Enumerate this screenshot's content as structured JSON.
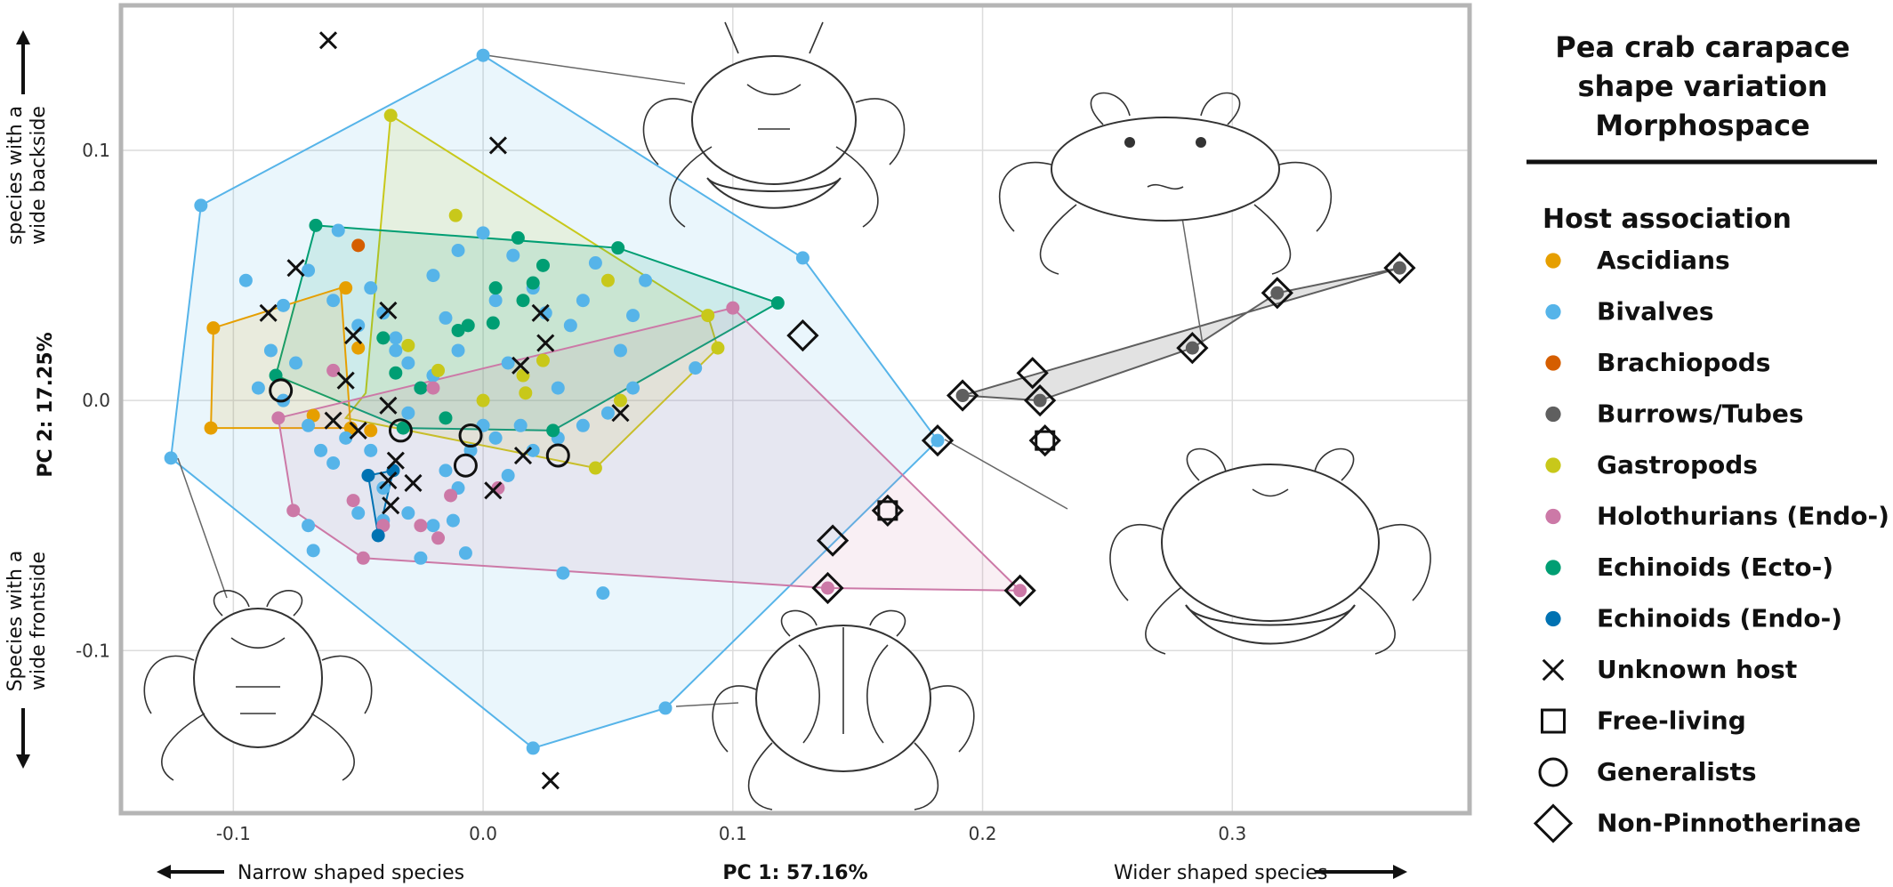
{
  "chart_data": {
    "type": "scatter",
    "title": "Pea crab carapace shape variation Morphospace",
    "title_lines": [
      "Pea crab carapace",
      "shape variation",
      "Morphospace"
    ],
    "xlabel": "PC 1: 57.16%",
    "ylabel": "PC 2: 17.25%",
    "x_annotations": {
      "left": "Narrow shaped species",
      "right": "Wider shaped species"
    },
    "y_annotations": {
      "top": "species with a wide backside",
      "top_lines": [
        "species with a",
        "wide backside"
      ],
      "bottom": "Species with a wide frontside",
      "bottom_lines": [
        "Species with a",
        "wide frontside"
      ]
    },
    "xlim": [
      -0.145,
      0.395
    ],
    "ylim": [
      -0.165,
      0.158
    ],
    "xticks": [
      -0.1,
      0.0,
      0.1,
      0.2,
      0.3
    ],
    "xtick_labels": [
      "-0.1",
      "0.0",
      "0.1",
      "0.2",
      "0.3"
    ],
    "yticks": [
      -0.1,
      0.0,
      0.1
    ],
    "ytick_labels": [
      "-0.1",
      "0.0",
      "0.1"
    ],
    "grid": true,
    "legend_title": "Host association",
    "legend_placement": "right",
    "legend": [
      {
        "label": "Ascidians",
        "marker": "dot",
        "color": "#E69F00"
      },
      {
        "label": "Bivalves",
        "marker": "dot",
        "color": "#56B4E9"
      },
      {
        "label": "Brachiopods",
        "marker": "dot",
        "color": "#D55E00"
      },
      {
        "label": "Burrows/Tubes",
        "marker": "dot",
        "color": "#5F5F5F"
      },
      {
        "label": "Gastropods",
        "marker": "dot",
        "color": "#C8C81A"
      },
      {
        "label": "Holothurians (Endo-)",
        "marker": "dot",
        "color": "#CC79A7"
      },
      {
        "label": "Echinoids (Ecto-)",
        "marker": "dot",
        "color": "#009E73"
      },
      {
        "label": "Echinoids (Endo-)",
        "marker": "dot",
        "color": "#0072B2"
      },
      {
        "label": "Unknown host",
        "marker": "cross",
        "color": "#111111"
      },
      {
        "label": "Free-living",
        "marker": "square",
        "color": "#111111"
      },
      {
        "label": "Generalists",
        "marker": "circle",
        "color": "#111111"
      },
      {
        "label": "Non-Pinnotherinae",
        "marker": "diamond",
        "color": "#111111"
      }
    ],
    "hulls": [
      {
        "name": "Bivalves",
        "color": "#56B4E9",
        "fill_opacity": 0.12,
        "points": [
          [
            0.0,
            0.138
          ],
          [
            0.128,
            0.057
          ],
          [
            0.182,
            -0.016
          ],
          [
            0.073,
            -0.123
          ],
          [
            0.02,
            -0.139
          ],
          [
            -0.125,
            -0.023
          ],
          [
            -0.113,
            0.078
          ]
        ]
      },
      {
        "name": "Gastropods",
        "color": "#C8C81A",
        "fill_opacity": 0.12,
        "points": [
          [
            -0.037,
            0.114
          ],
          [
            0.09,
            0.034
          ],
          [
            0.094,
            0.021
          ],
          [
            0.045,
            -0.027
          ],
          [
            -0.055,
            -0.007
          ],
          [
            -0.047,
            0.003
          ]
        ]
      },
      {
        "name": "Echinoids (Ecto-)",
        "color": "#009E73",
        "fill_opacity": 0.12,
        "points": [
          [
            -0.067,
            0.07
          ],
          [
            0.054,
            0.061
          ],
          [
            0.118,
            0.039
          ],
          [
            0.028,
            -0.012
          ],
          [
            -0.032,
            -0.011
          ],
          [
            -0.083,
            0.01
          ]
        ]
      },
      {
        "name": "Ascidians",
        "color": "#E69F00",
        "fill_opacity": 0.12,
        "points": [
          [
            -0.108,
            0.029
          ],
          [
            -0.057,
            0.045
          ],
          [
            -0.053,
            -0.011
          ],
          [
            -0.109,
            -0.011
          ]
        ]
      },
      {
        "name": "Holothurians (Endo-)",
        "color": "#CC79A7",
        "fill_opacity": 0.12,
        "points": [
          [
            0.1,
            0.037
          ],
          [
            0.215,
            -0.076
          ],
          [
            0.138,
            -0.075
          ],
          [
            -0.048,
            -0.063
          ],
          [
            -0.076,
            -0.044
          ],
          [
            -0.082,
            -0.007
          ]
        ]
      },
      {
        "name": "Echinoids (Endo-)",
        "color": "#0072B2",
        "fill_opacity": 0.12,
        "points": [
          [
            -0.046,
            -0.03
          ],
          [
            -0.036,
            -0.028
          ],
          [
            -0.042,
            -0.054
          ]
        ]
      },
      {
        "name": "Burrows/Tubes",
        "color": "#5F5F5F",
        "fill_opacity": 0.18,
        "points": [
          [
            0.192,
            0.002
          ],
          [
            0.367,
            0.053
          ],
          [
            0.318,
            0.043
          ],
          [
            0.284,
            0.021
          ],
          [
            0.223,
            0.0
          ]
        ]
      }
    ],
    "series": [
      {
        "name": "Ascidians",
        "marker": "dot",
        "color": "#E69F00",
        "points": [
          [
            -0.108,
            0.029
          ],
          [
            -0.109,
            -0.011
          ],
          [
            -0.055,
            0.045
          ],
          [
            -0.053,
            -0.011
          ],
          [
            -0.068,
            -0.006
          ],
          [
            -0.05,
            0.021
          ],
          [
            -0.045,
            -0.012
          ]
        ]
      },
      {
        "name": "Brachiopods",
        "marker": "dot",
        "color": "#D55E00",
        "points": [
          [
            -0.05,
            0.062
          ]
        ]
      },
      {
        "name": "Bivalves",
        "marker": "dot",
        "color": "#56B4E9",
        "points": [
          [
            0.0,
            0.138
          ],
          [
            0.128,
            0.057
          ],
          [
            0.182,
            -0.016
          ],
          [
            0.073,
            -0.123
          ],
          [
            0.02,
            -0.139
          ],
          [
            -0.125,
            -0.023
          ],
          [
            -0.113,
            0.078
          ],
          [
            -0.095,
            0.048
          ],
          [
            -0.08,
            0.038
          ],
          [
            -0.07,
            0.052
          ],
          [
            -0.06,
            0.04
          ],
          [
            -0.058,
            0.068
          ],
          [
            -0.045,
            0.045
          ],
          [
            -0.04,
            0.035
          ],
          [
            -0.035,
            0.025
          ],
          [
            -0.03,
            0.015
          ],
          [
            -0.02,
            0.05
          ],
          [
            -0.015,
            0.033
          ],
          [
            -0.01,
            0.06
          ],
          [
            0.0,
            0.067
          ],
          [
            0.005,
            0.04
          ],
          [
            0.012,
            0.058
          ],
          [
            0.02,
            0.045
          ],
          [
            0.025,
            0.035
          ],
          [
            0.035,
            0.03
          ],
          [
            0.04,
            0.04
          ],
          [
            0.045,
            0.055
          ],
          [
            0.055,
            0.02
          ],
          [
            0.06,
            0.034
          ],
          [
            0.065,
            0.048
          ],
          [
            0.085,
            0.013
          ],
          [
            -0.09,
            0.005
          ],
          [
            -0.08,
            0.0
          ],
          [
            -0.07,
            -0.01
          ],
          [
            -0.065,
            -0.02
          ],
          [
            -0.06,
            -0.025
          ],
          [
            -0.055,
            -0.015
          ],
          [
            -0.045,
            -0.02
          ],
          [
            -0.04,
            -0.035
          ],
          [
            -0.03,
            -0.045
          ],
          [
            -0.02,
            -0.05
          ],
          [
            -0.015,
            -0.028
          ],
          [
            -0.01,
            -0.035
          ],
          [
            -0.005,
            -0.02
          ],
          [
            0.005,
            -0.015
          ],
          [
            0.01,
            -0.03
          ],
          [
            0.015,
            -0.01
          ],
          [
            0.02,
            -0.02
          ],
          [
            0.03,
            -0.015
          ],
          [
            0.04,
            -0.01
          ],
          [
            0.05,
            -0.005
          ],
          [
            0.06,
            0.005
          ],
          [
            -0.02,
            0.01
          ],
          [
            -0.025,
            0.005
          ],
          [
            -0.035,
            0.02
          ],
          [
            -0.07,
            -0.05
          ],
          [
            -0.068,
            -0.06
          ],
          [
            -0.04,
            -0.048
          ],
          [
            -0.025,
            -0.063
          ],
          [
            -0.007,
            -0.061
          ],
          [
            0.032,
            -0.069
          ],
          [
            0.048,
            -0.077
          ],
          [
            -0.085,
            0.02
          ],
          [
            -0.075,
            0.015
          ],
          [
            -0.05,
            0.03
          ],
          [
            -0.01,
            0.02
          ],
          [
            0.01,
            0.015
          ],
          [
            -0.03,
            -0.005
          ],
          [
            -0.05,
            -0.045
          ],
          [
            -0.012,
            -0.048
          ],
          [
            0.0,
            -0.01
          ],
          [
            0.03,
            0.005
          ]
        ]
      },
      {
        "name": "Gastropods",
        "marker": "dot",
        "color": "#C8C81A",
        "points": [
          [
            -0.037,
            0.114
          ],
          [
            0.09,
            0.034
          ],
          [
            0.094,
            0.021
          ],
          [
            0.045,
            -0.027
          ],
          [
            -0.011,
            0.074
          ],
          [
            0.05,
            0.048
          ],
          [
            0.016,
            0.01
          ],
          [
            0.024,
            0.016
          ],
          [
            0.017,
            0.003
          ],
          [
            0.055,
            0.0
          ],
          [
            -0.03,
            0.022
          ],
          [
            -0.018,
            0.012
          ],
          [
            0.0,
            0.0
          ]
        ]
      },
      {
        "name": "Echinoids (Ecto-)",
        "marker": "dot",
        "color": "#009E73",
        "points": [
          [
            -0.067,
            0.07
          ],
          [
            0.054,
            0.061
          ],
          [
            0.118,
            0.039
          ],
          [
            0.028,
            -0.012
          ],
          [
            -0.083,
            0.01
          ],
          [
            -0.032,
            -0.011
          ],
          [
            0.014,
            0.065
          ],
          [
            0.024,
            0.054
          ],
          [
            0.02,
            0.047
          ],
          [
            -0.006,
            0.03
          ],
          [
            0.004,
            0.031
          ],
          [
            -0.01,
            0.028
          ],
          [
            0.016,
            0.04
          ],
          [
            -0.015,
            -0.007
          ],
          [
            -0.04,
            0.025
          ],
          [
            -0.035,
            0.011
          ],
          [
            -0.025,
            0.005
          ],
          [
            0.005,
            0.045
          ]
        ]
      },
      {
        "name": "Holothurians (Endo-)",
        "marker": "dot",
        "color": "#CC79A7",
        "points": [
          [
            0.1,
            0.037
          ],
          [
            0.215,
            -0.076
          ],
          [
            0.138,
            -0.075
          ],
          [
            -0.048,
            -0.063
          ],
          [
            -0.076,
            -0.044
          ],
          [
            -0.082,
            -0.007
          ],
          [
            -0.052,
            -0.04
          ],
          [
            -0.04,
            -0.05
          ],
          [
            -0.025,
            -0.05
          ],
          [
            -0.018,
            -0.055
          ],
          [
            -0.013,
            -0.038
          ],
          [
            0.006,
            -0.035
          ],
          [
            -0.02,
            0.005
          ],
          [
            -0.06,
            0.012
          ]
        ]
      },
      {
        "name": "Echinoids (Endo-)",
        "marker": "dot",
        "color": "#0072B2",
        "points": [
          [
            -0.046,
            -0.03
          ],
          [
            -0.036,
            -0.028
          ],
          [
            -0.042,
            -0.054
          ]
        ]
      },
      {
        "name": "Burrows/Tubes",
        "marker": "dot",
        "color": "#5F5F5F",
        "points": [
          [
            0.192,
            0.002
          ],
          [
            0.367,
            0.053
          ],
          [
            0.318,
            0.043
          ],
          [
            0.284,
            0.021
          ],
          [
            0.223,
            0.0
          ]
        ]
      },
      {
        "name": "Unknown host",
        "marker": "cross",
        "color": "#111111",
        "points": [
          [
            -0.062,
            0.144
          ],
          [
            0.006,
            0.102
          ],
          [
            -0.075,
            0.053
          ],
          [
            -0.086,
            0.035
          ],
          [
            -0.038,
            0.036
          ],
          [
            -0.052,
            0.026
          ],
          [
            -0.055,
            0.008
          ],
          [
            -0.06,
            -0.008
          ],
          [
            -0.05,
            -0.012
          ],
          [
            -0.038,
            -0.002
          ],
          [
            -0.035,
            -0.024
          ],
          [
            -0.037,
            -0.042
          ],
          [
            -0.038,
            -0.032
          ],
          [
            -0.028,
            -0.033
          ],
          [
            0.023,
            0.035
          ],
          [
            0.025,
            0.023
          ],
          [
            0.015,
            0.014
          ],
          [
            0.055,
            -0.005
          ],
          [
            0.016,
            -0.022
          ],
          [
            0.004,
            -0.036
          ],
          [
            0.027,
            -0.152
          ]
        ]
      },
      {
        "name": "Generalists",
        "marker": "circle",
        "color": "#111111",
        "points": [
          [
            -0.081,
            0.004
          ],
          [
            -0.033,
            -0.012
          ],
          [
            -0.005,
            -0.014
          ],
          [
            -0.007,
            -0.026
          ],
          [
            0.03,
            -0.022
          ]
        ]
      },
      {
        "name": "Free-living",
        "marker": "square",
        "color": "#111111",
        "points": [
          [
            0.162,
            -0.044
          ],
          [
            0.225,
            -0.016
          ]
        ]
      },
      {
        "name": "Non-Pinnotherinae",
        "marker": "diamond",
        "color": "#111111",
        "points": [
          [
            0.128,
            0.026
          ],
          [
            0.14,
            -0.056
          ],
          [
            0.138,
            -0.075
          ],
          [
            0.162,
            -0.044
          ],
          [
            0.182,
            -0.016
          ],
          [
            0.192,
            0.002
          ],
          [
            0.22,
            0.011
          ],
          [
            0.223,
            0.0
          ],
          [
            0.225,
            -0.016
          ],
          [
            0.284,
            0.021
          ],
          [
            0.318,
            0.043
          ],
          [
            0.367,
            0.053
          ],
          [
            0.215,
            -0.076
          ]
        ]
      }
    ]
  }
}
